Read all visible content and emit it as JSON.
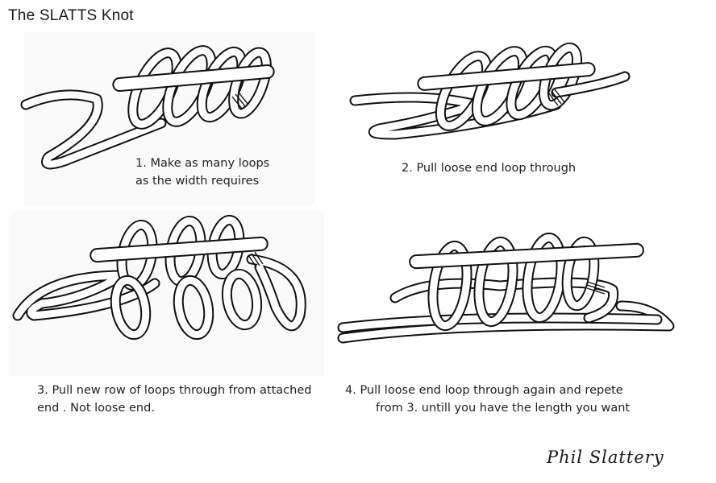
{
  "title": "The SLATTS Knot",
  "steps": [
    {
      "lines": [
        "1. Make as many loops",
        "as the width requires"
      ]
    },
    {
      "lines": [
        "2. Pull loose end loop through"
      ]
    },
    {
      "lines": [
        "3. Pull new row of loops through from attached",
        "end . Not loose end."
      ]
    },
    {
      "lines": [
        "4. Pull loose end loop through again and repete",
        "from 3. untill you have the length you want"
      ]
    }
  ],
  "signature": "Phil Slattery"
}
